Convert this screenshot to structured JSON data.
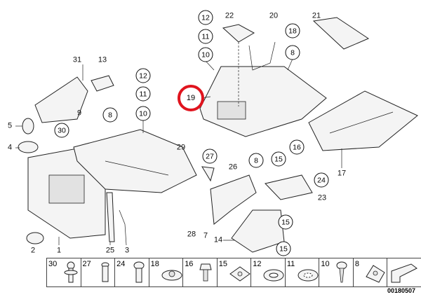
{
  "diagram": {
    "highlight_color": "#e0141e",
    "labels": {
      "l31": "31",
      "l13": "13",
      "l5": "5",
      "l4": "4",
      "l9": "9",
      "l22": "22",
      "l20": "20",
      "l21": "21",
      "l17": "17",
      "l7": "7",
      "l14": "14",
      "l23": "23",
      "l26": "26",
      "l28": "28",
      "l2": "2",
      "l1": "1",
      "l25": "25",
      "l3": "3",
      "l29": "29"
    },
    "callouts": {
      "c30": "30",
      "c8a": "8",
      "c12a": "12",
      "c11a": "11",
      "c10a": "10",
      "c12b": "12",
      "c11b": "11",
      "c10b": "10",
      "c18": "18",
      "c8b": "8",
      "c19": "19",
      "c16": "16",
      "c27": "27",
      "c8c": "8",
      "c15a": "15",
      "c24": "24",
      "c15b": "15",
      "c15c": "15"
    },
    "fasteners": [
      "30",
      "27",
      "24",
      "18",
      "16",
      "15",
      "12",
      "11",
      "10",
      "8"
    ],
    "code": "00180507"
  }
}
